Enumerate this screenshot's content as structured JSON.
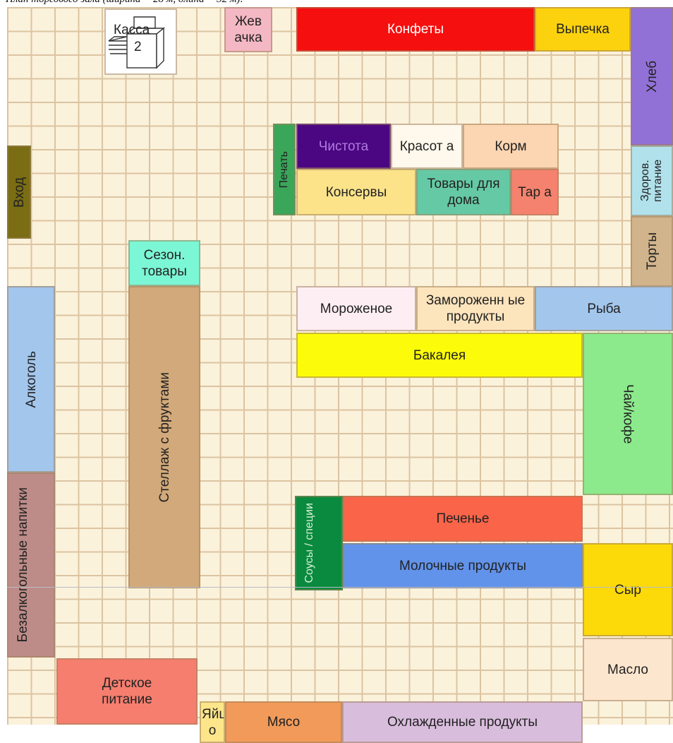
{
  "caption": "План торгового зала (ширина = 28 м, длина = 32 м):",
  "checkout_label": "Касса",
  "checkout_number": "2",
  "colors": {
    "floor": "#fbf2dc",
    "grid": "#dcc4a1"
  },
  "zones": {
    "gum": "Жев ачка",
    "candy": "Конфеты",
    "bakery": "Выпечка",
    "bread": "Хлеб",
    "print": "Печать",
    "clean": "Чистота",
    "beauty": "Красот а",
    "feed": "Корм",
    "canned": "Консервы",
    "home_goods": "Товары для дома",
    "packaging": "Тар а",
    "health_food": "Здоров. питание",
    "entrance": "Вход",
    "cakes": "Торты",
    "seasonal": "Сезон. товары",
    "ice_cream": "Мороженое",
    "frozen": "Замороженн ые продукты",
    "fish": "Рыба",
    "alcohol": "Алкоголь",
    "fruit_rack": "Стеллаж с фруктами",
    "grocery": "Бакалея",
    "tea_coffee": "Чай/кофе",
    "soft_drinks": "Безалкогольные напитки",
    "sauces": "Соусы / специи",
    "cookies": "Печенье",
    "dairy": "Молочные продукты",
    "cheese": "Сыр",
    "butter": "Масло",
    "baby_food": "Детское питание",
    "eggs": "Яйц о",
    "meat": "Мясо",
    "chilled": "Охлажденные продукты"
  }
}
